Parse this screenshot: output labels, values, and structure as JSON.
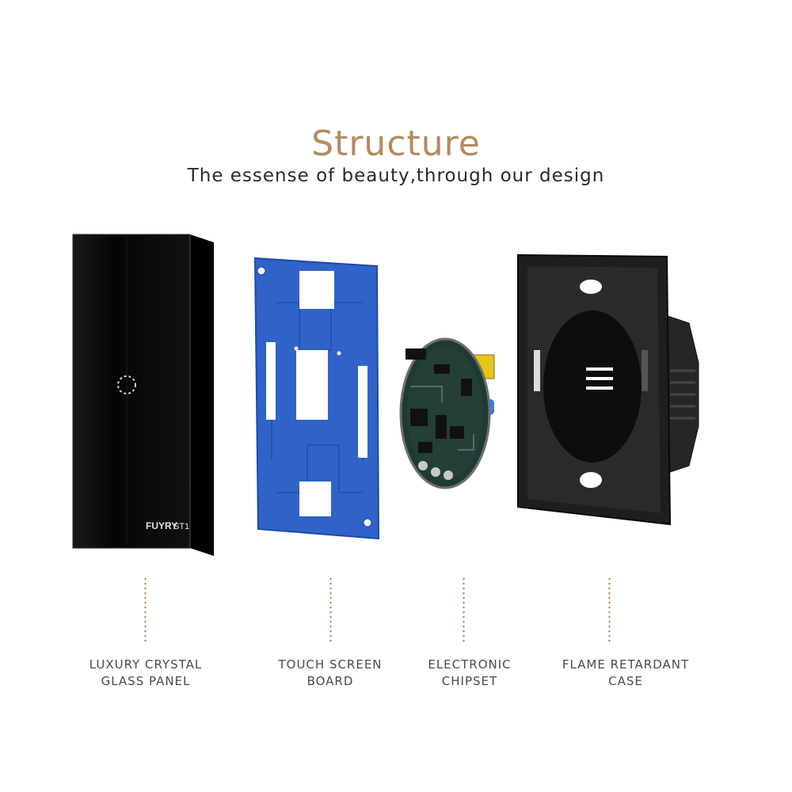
{
  "header": {
    "title": "Structure",
    "subtitle": "The essense of beauty,through our design"
  },
  "colors": {
    "accent": "#b48a5e",
    "panel_black": "#0b0b0b",
    "board_blue": "#2f63c8",
    "case_black": "#1e1e1e"
  },
  "panel": {
    "logo": "FUYRY",
    "model": "ST1"
  },
  "parts": [
    {
      "line1": "LUXURY CRYSTAL",
      "line2": "GLASS PANEL"
    },
    {
      "line1": "TOUCH SCREEN",
      "line2": "BOARD"
    },
    {
      "line1": "ELECTRONIC",
      "line2": "CHIPSET"
    },
    {
      "line1": "FLAME RETARDANT",
      "line2": "CASE"
    }
  ]
}
